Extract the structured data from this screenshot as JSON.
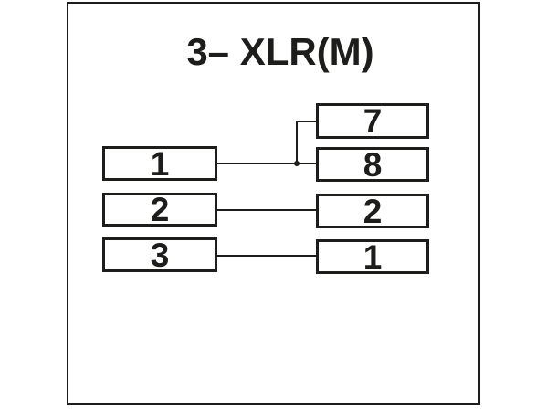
{
  "title": "3– XLR(M)",
  "diagram": {
    "type": "pinout-wiring",
    "left_connector": {
      "pins": [
        "1",
        "2",
        "3"
      ]
    },
    "right_connector": {
      "pins": [
        "7",
        "8",
        "2",
        "1"
      ]
    },
    "connections": [
      {
        "from_left_pin": "1",
        "to_right_pins": [
          "7",
          "8"
        ]
      },
      {
        "from_left_pin": "2",
        "to_right_pins": [
          "2"
        ]
      },
      {
        "from_left_pin": "3",
        "to_right_pins": [
          "1"
        ]
      }
    ]
  },
  "colors": {
    "ink": "#1d1d1b",
    "background": "#ffffff"
  }
}
